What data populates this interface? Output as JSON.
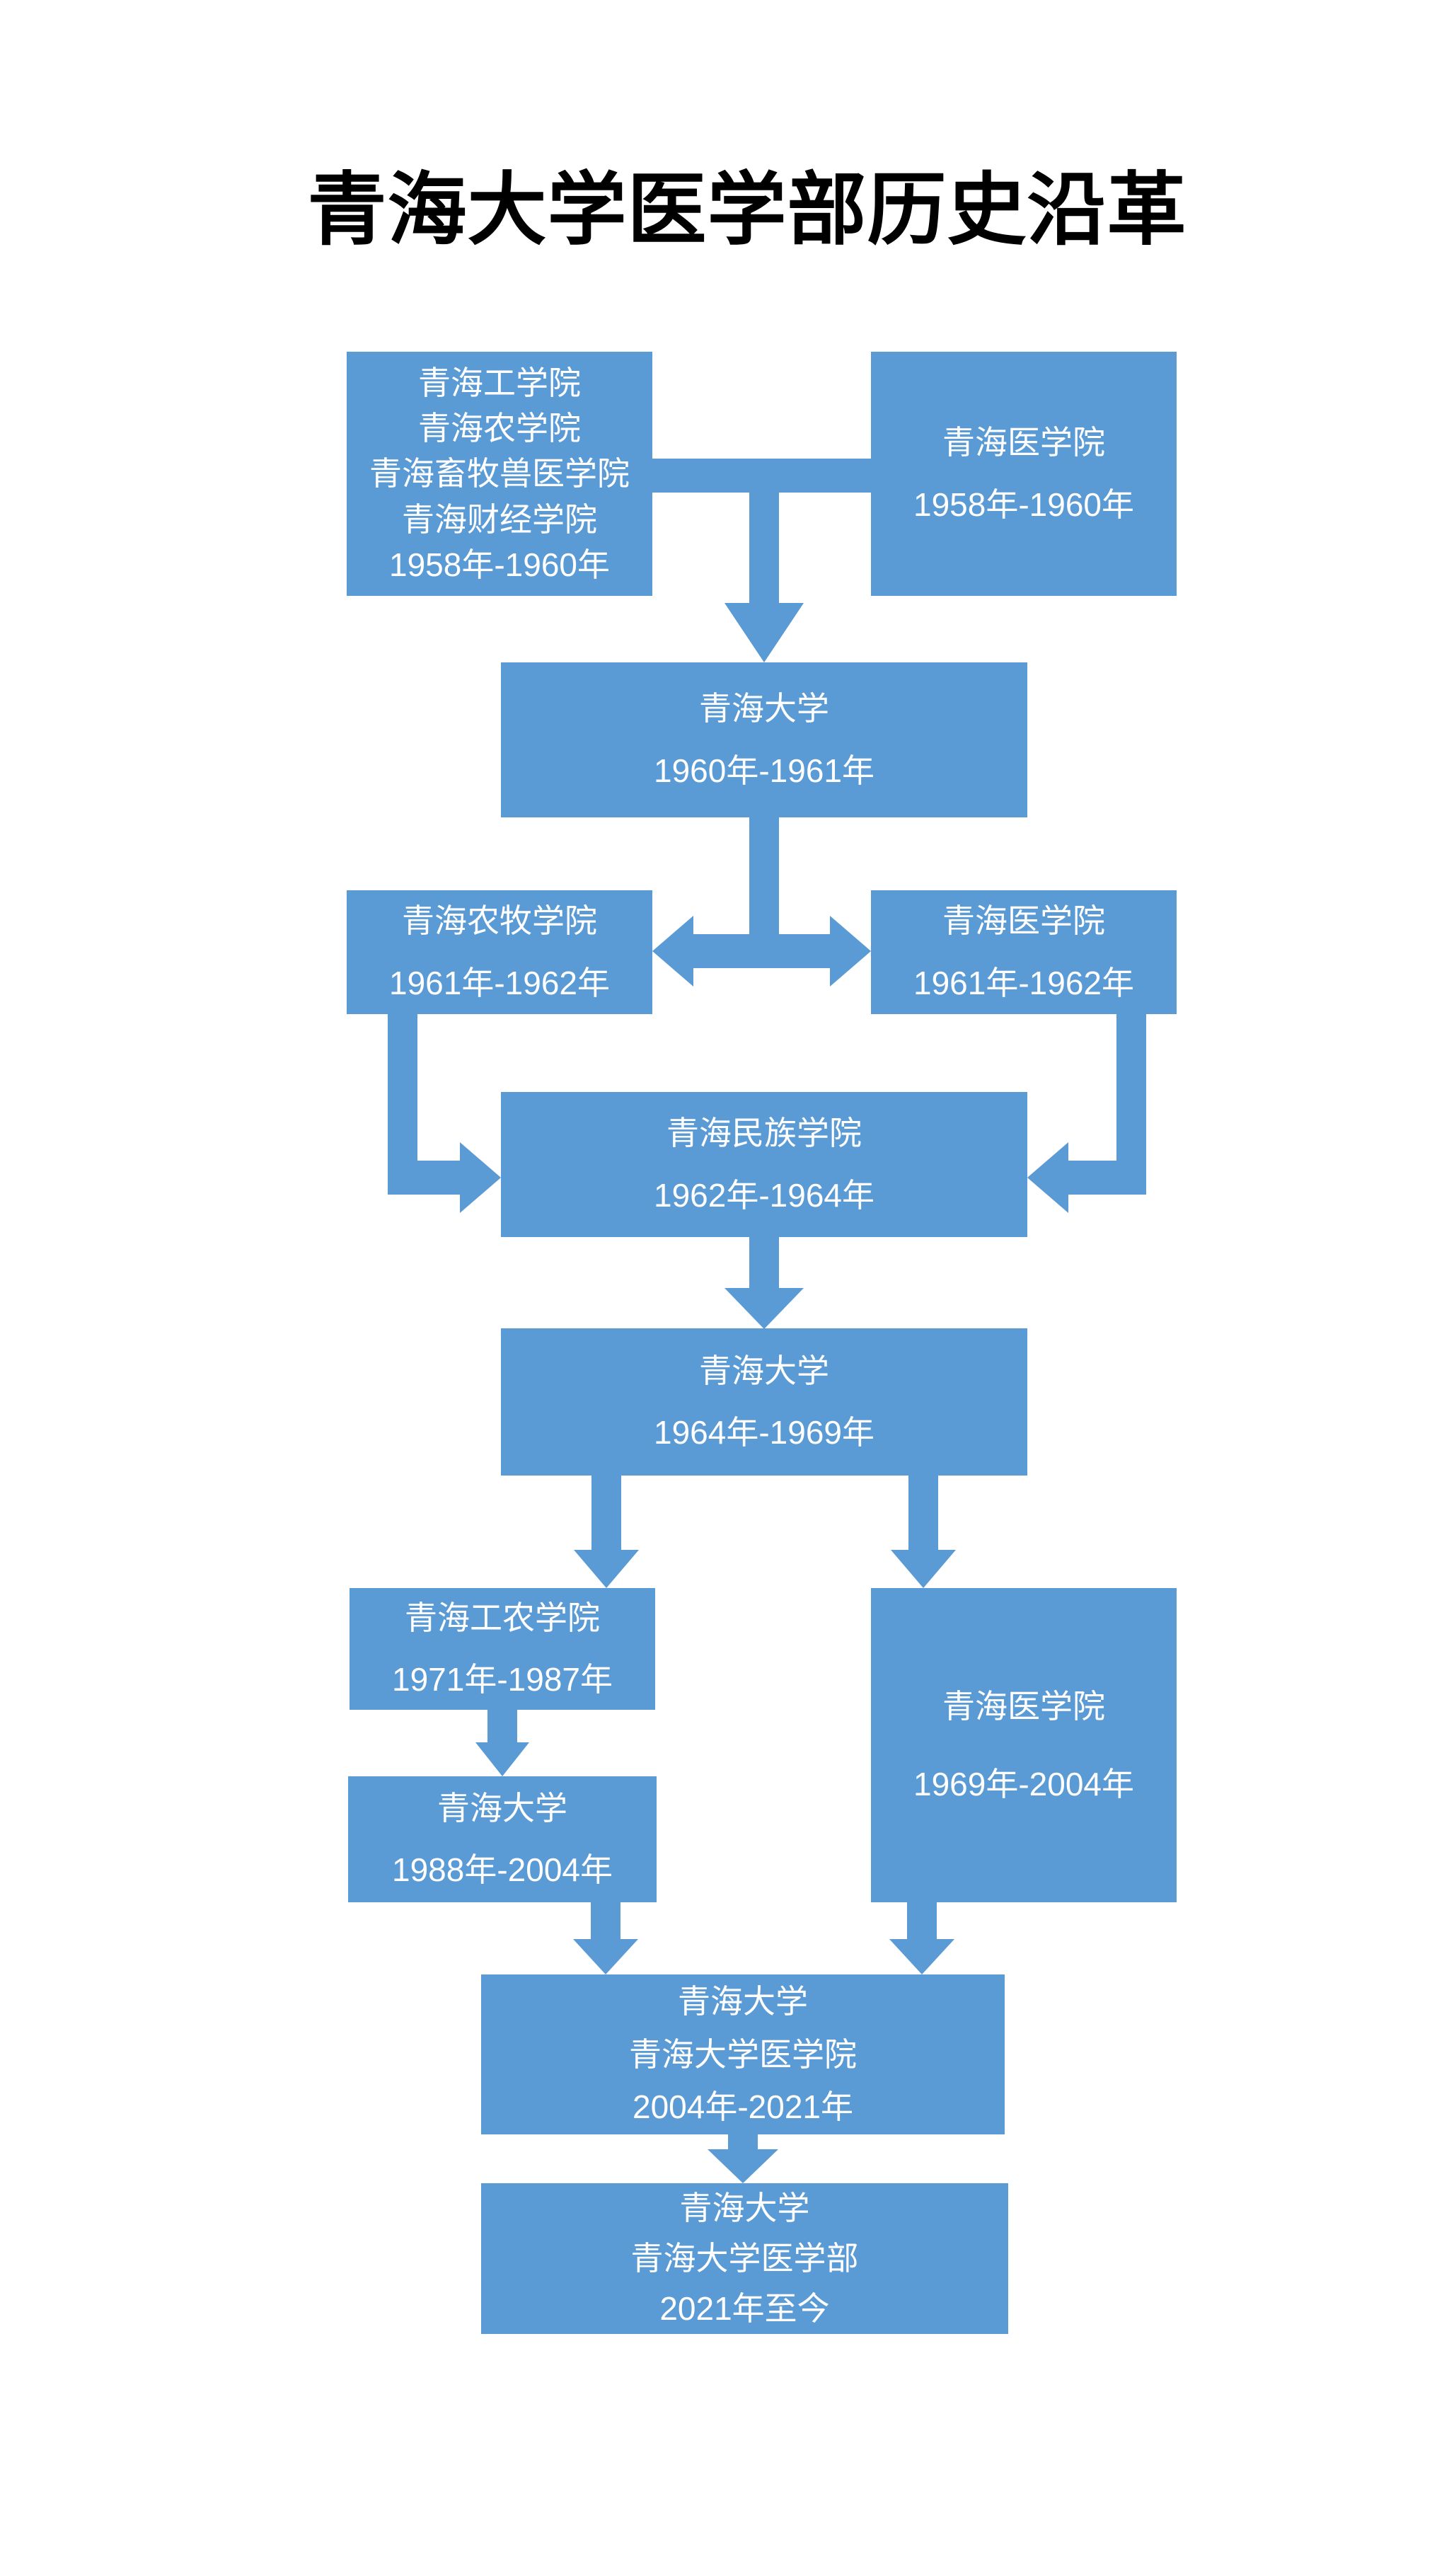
{
  "title": "青海大学医学部历史沿革",
  "colors": {
    "accent_blue": "#5b9bd5",
    "box_text_white": "#ffffff",
    "title_black": "#000000",
    "background_white": "#ffffff"
  },
  "boxes": {
    "predecessors_1958": {
      "lines": [
        "青海工学院",
        "青海农学院",
        "青海畜牧兽医学院",
        "青海财经学院",
        "1958年-1960年"
      ]
    },
    "medical_1958": {
      "lines": [
        "青海医学院",
        "1958年-1960年"
      ]
    },
    "qhu_1960": {
      "lines": [
        "青海大学",
        "1960年-1961年"
      ]
    },
    "agri_1961": {
      "lines": [
        "青海农牧学院",
        "1961年-1962年"
      ]
    },
    "medical_1961": {
      "lines": [
        "青海医学院",
        "1961年-1962年"
      ]
    },
    "minzu_1962": {
      "lines": [
        "青海民族学院",
        "1962年-1964年"
      ]
    },
    "qhu_1964": {
      "lines": [
        "青海大学",
        "1964年-1969年"
      ]
    },
    "gongnong_1971": {
      "lines": [
        "青海工农学院",
        "1971年-1987年"
      ]
    },
    "medical_1969": {
      "lines": [
        "青海医学院",
        "1969年-2004年"
      ]
    },
    "qhu_1988": {
      "lines": [
        "青海大学",
        "1988年-2004年"
      ]
    },
    "qhu_2004": {
      "lines": [
        "青海大学",
        "青海大学医学院",
        "2004年-2021年"
      ]
    },
    "qhu_2021": {
      "lines": [
        "青海大学",
        "青海大学医学部",
        "2021年至今"
      ]
    }
  }
}
